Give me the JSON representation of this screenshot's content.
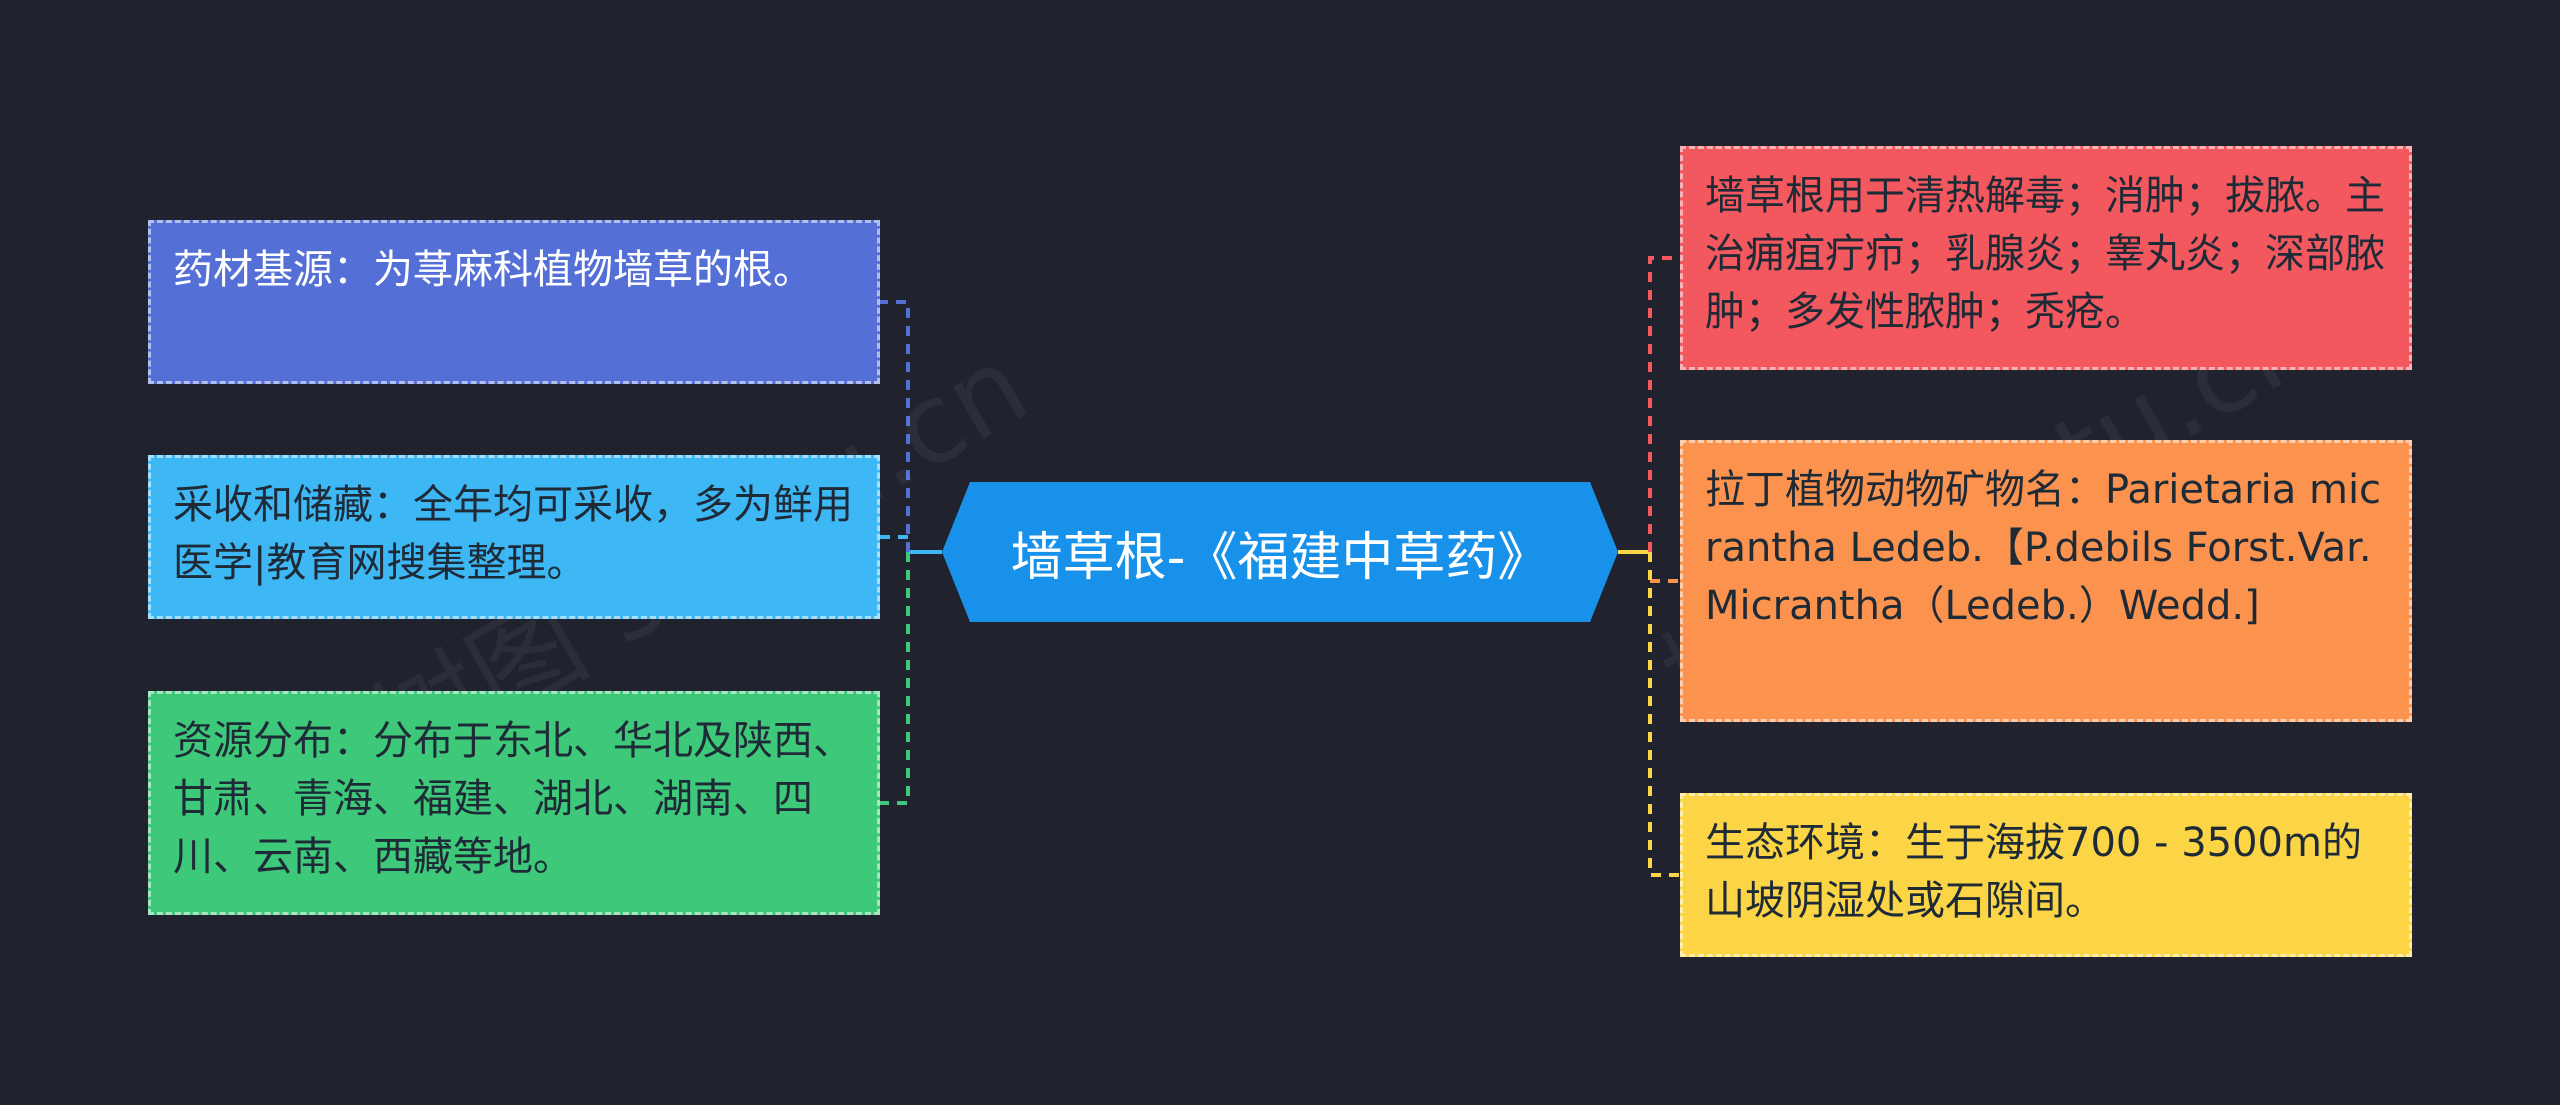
{
  "center": {
    "title": "墙草根-《福建中草药》",
    "color": "#1791ea"
  },
  "left_nodes": [
    {
      "text": "药材基源：为荨麻科植物墙草的根。",
      "color": "#5470d6",
      "line_color": "#5470d6"
    },
    {
      "text": "采收和储藏：全年均可采收，多为鲜用医学|教育网搜集整理。",
      "color": "#3db8f5",
      "line_color": "#3db8f5"
    },
    {
      "text": "资源分布：分布于东北、华北及陕西、甘肃、青海、福建、湖北、湖南、四川、云南、西藏等地。",
      "color": "#3ec97a",
      "line_color": "#3ec97a"
    }
  ],
  "right_nodes": [
    {
      "text": "墙草根用于清热解毒；消肿；拔脓。主治痈疽疔疖；乳腺炎；睾丸炎；深部脓肿；多发性脓肿；秃疮。",
      "color": "#f2585d",
      "line_color": "#f2585d"
    },
    {
      "text": "拉丁植物动物矿物名：Parietaria micrantha Ledeb.【P.debils Forst.Var.Micrantha（Ledeb.）Wedd.]",
      "color": "#fb934e",
      "line_color": "#fb934e"
    },
    {
      "text": "生态环境：生于海拔700 - 3500m的山坡阴湿处或石隙间。",
      "color": "#fbd545",
      "line_color": "#fbd545"
    }
  ],
  "watermark": {
    "text": "树图 shutu.cn"
  }
}
